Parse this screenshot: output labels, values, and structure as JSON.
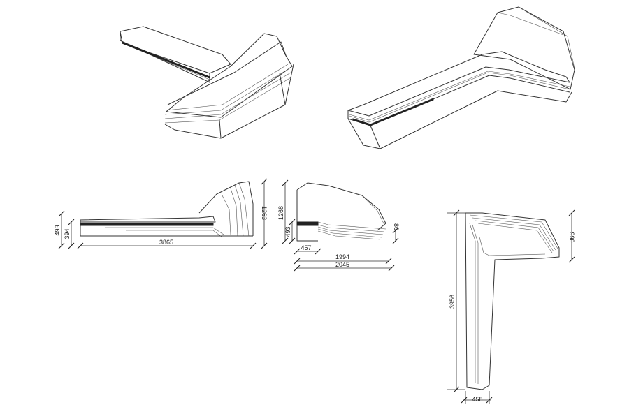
{
  "drawing": {
    "side_view": {
      "length": "3865",
      "heights": [
        "493",
        "394"
      ],
      "total_height": "1263"
    },
    "end_view": {
      "total_height": "1268",
      "base_height": "493",
      "offset": "80",
      "widths": [
        "457",
        "1994",
        "2045"
      ]
    },
    "plan_view": {
      "length": "3956",
      "depth": "990",
      "width": "458"
    }
  }
}
